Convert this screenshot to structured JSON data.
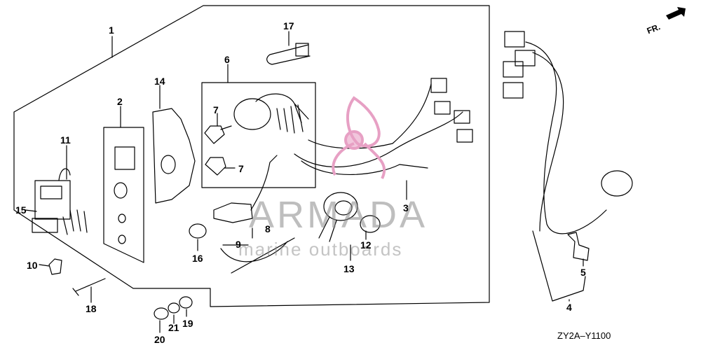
{
  "diagram": {
    "callouts": {
      "c1": "1",
      "c2": "2",
      "c3": "3",
      "c4": "4",
      "c5": "5",
      "c6": "6",
      "c7a": "7",
      "c7b": "7",
      "c8": "8",
      "c9": "9",
      "c10": "10",
      "c11": "11",
      "c12": "12",
      "c13": "13",
      "c14": "14",
      "c15": "15",
      "c16": "16",
      "c17": "17",
      "c18": "18",
      "c19": "19",
      "c20": "20",
      "c21": "21"
    },
    "direction_label": "FR.",
    "diagram_code": "ZY2A–Y1100"
  },
  "watermark": {
    "brand": "ARMADA",
    "tagline": "marine outboards",
    "accent_color": "#e7a0c4"
  }
}
